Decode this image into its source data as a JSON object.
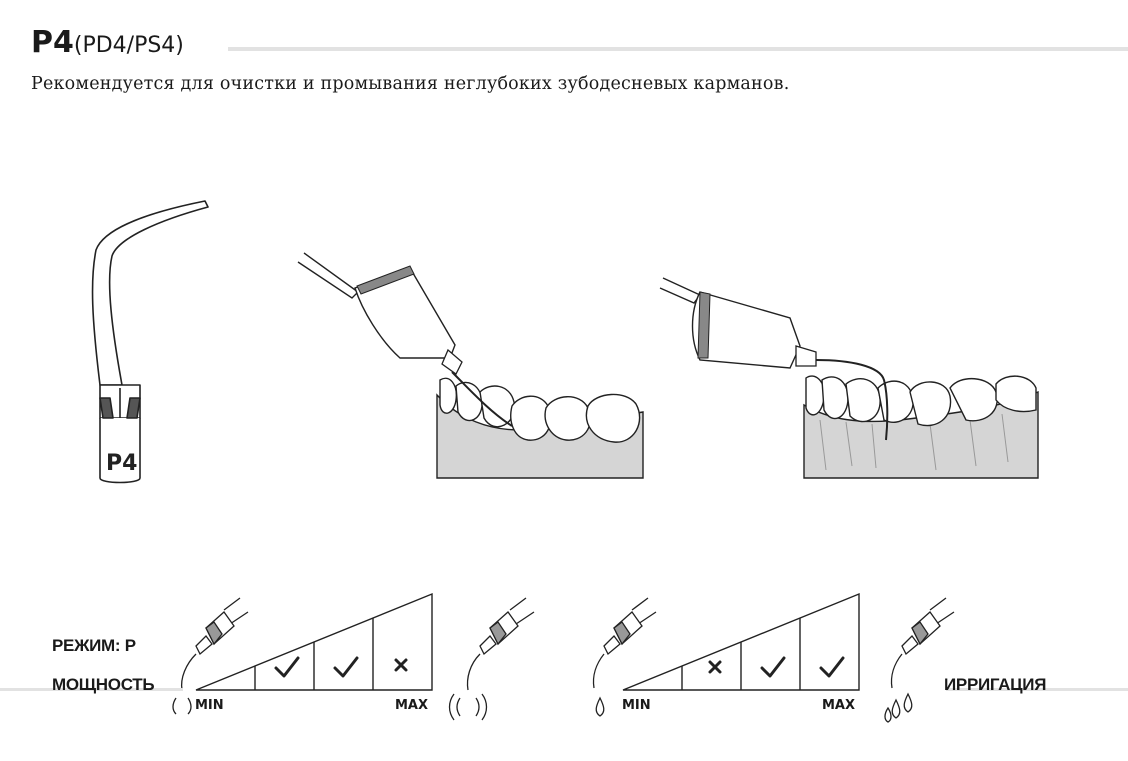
{
  "header": {
    "title_main": "P4",
    "title_sub": "(PD4/PS4)"
  },
  "description": "Рекомендуется для очистки и промывания неглубоких зубодесневых карманов.",
  "tip": {
    "label": "P4"
  },
  "power": {
    "mode_label": "РЕЖИМ: P",
    "label": "МОЩНОСТЬ",
    "min": "MIN",
    "max": "MAX",
    "cells": [
      "check",
      "check",
      "cross"
    ]
  },
  "irrigation": {
    "label": "ИРРИГАЦИЯ",
    "min": "MIN",
    "max": "MAX",
    "cells": [
      "cross",
      "check",
      "check"
    ]
  }
}
